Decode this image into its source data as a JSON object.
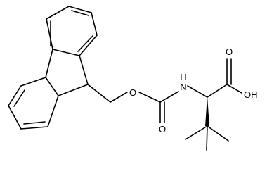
{
  "molecule": {
    "atom_labels": {
      "ester_oxygen": "O",
      "amide_nitrogen": "H\nN",
      "carbonyl_oxygen": "O",
      "acid_carbonyl_oxygen": "O",
      "hydroxyl": "OH"
    }
  },
  "colors": {
    "bond": "#000000",
    "text": "#000000",
    "background": "#ffffff"
  }
}
